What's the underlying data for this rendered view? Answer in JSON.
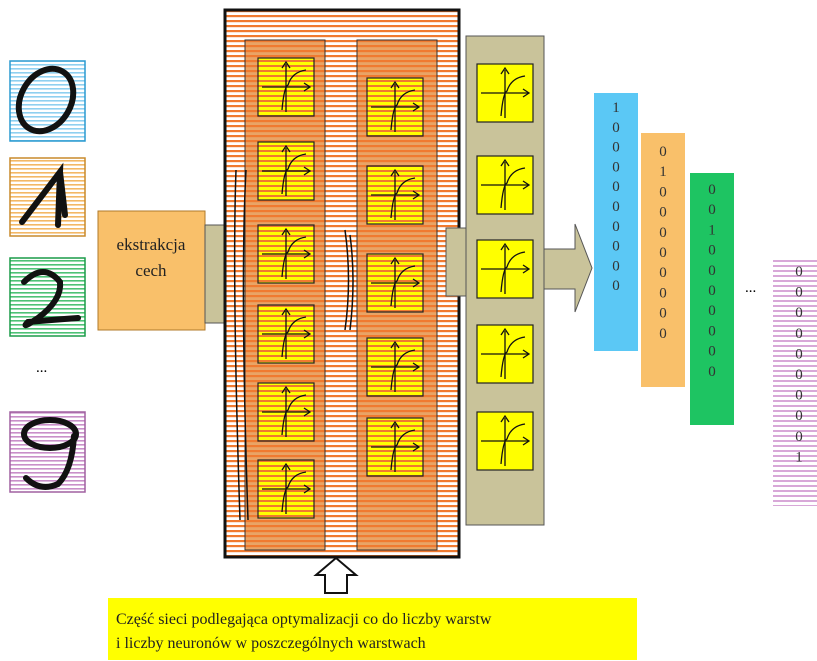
{
  "feature_extraction_label_line1": "ekstrakcja",
  "feature_extraction_label_line2": "cech",
  "input_ellipsis": "...",
  "output_ellipsis": "...",
  "caption": {
    "line1": "Część sieci podlegająca optymalizacji co do liczby warstw",
    "line2": "i liczby neuronów w poszczególnych warstwach"
  },
  "output_vectors": [
    {
      "color": "#5bc8f5",
      "digits": [
        "1",
        "0",
        "0",
        "0",
        "0",
        "0",
        "0",
        "0",
        "0",
        "0"
      ]
    },
    {
      "color": "#f9c06a",
      "digits": [
        "0",
        "1",
        "0",
        "0",
        "0",
        "0",
        "0",
        "0",
        "0",
        "0"
      ]
    },
    {
      "color": "#1ec462",
      "digits": [
        "0",
        "0",
        "1",
        "0",
        "0",
        "0",
        "0",
        "0",
        "0",
        "0"
      ]
    },
    {
      "color": "#d8a8d8",
      "digits": [
        "0",
        "0",
        "0",
        "0",
        "0",
        "0",
        "0",
        "0",
        "0",
        "1"
      ]
    }
  ],
  "input_digit_colors": [
    "#9fd8f0",
    "#f7c98a",
    "#6fd08f",
    "#d7a6d7"
  ],
  "colors": {
    "stripe_orange": "#f07a30",
    "hidden_bg": "#d4b48c",
    "output_layer_bg": "#c9c39a",
    "neuron_fill": "#ffff00",
    "extraction_fill": "#f9c06a",
    "caption_bg": "#ffff00"
  }
}
